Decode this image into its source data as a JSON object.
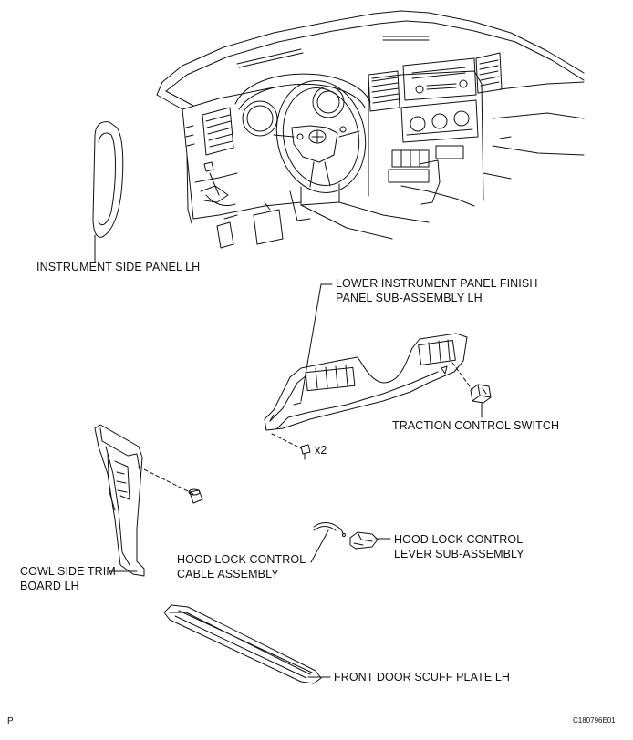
{
  "labels": {
    "instrument_side_panel": "INSTRUMENT SIDE PANEL LH",
    "lower_panel_line1": "LOWER INSTRUMENT PANEL FINISH",
    "lower_panel_line2": "PANEL SUB-ASSEMBLY LH",
    "traction_control_switch": "TRACTION CONTROL SWITCH",
    "clip_count": "x2",
    "hood_cable_line1": "HOOD LOCK CONTROL",
    "hood_cable_line2": "CABLE ASSEMBLY",
    "hood_lever_line1": "HOOD LOCK CONTROL",
    "hood_lever_line2": "LEVER SUB-ASSEMBLY",
    "cowl_line1": "COWL SIDE TRIM",
    "cowl_line2": "BOARD LH",
    "scuff_plate": "FRONT DOOR SCUFF PLATE LH"
  },
  "footer": {
    "page_marker": "P",
    "figure_code": "C180796E01"
  }
}
